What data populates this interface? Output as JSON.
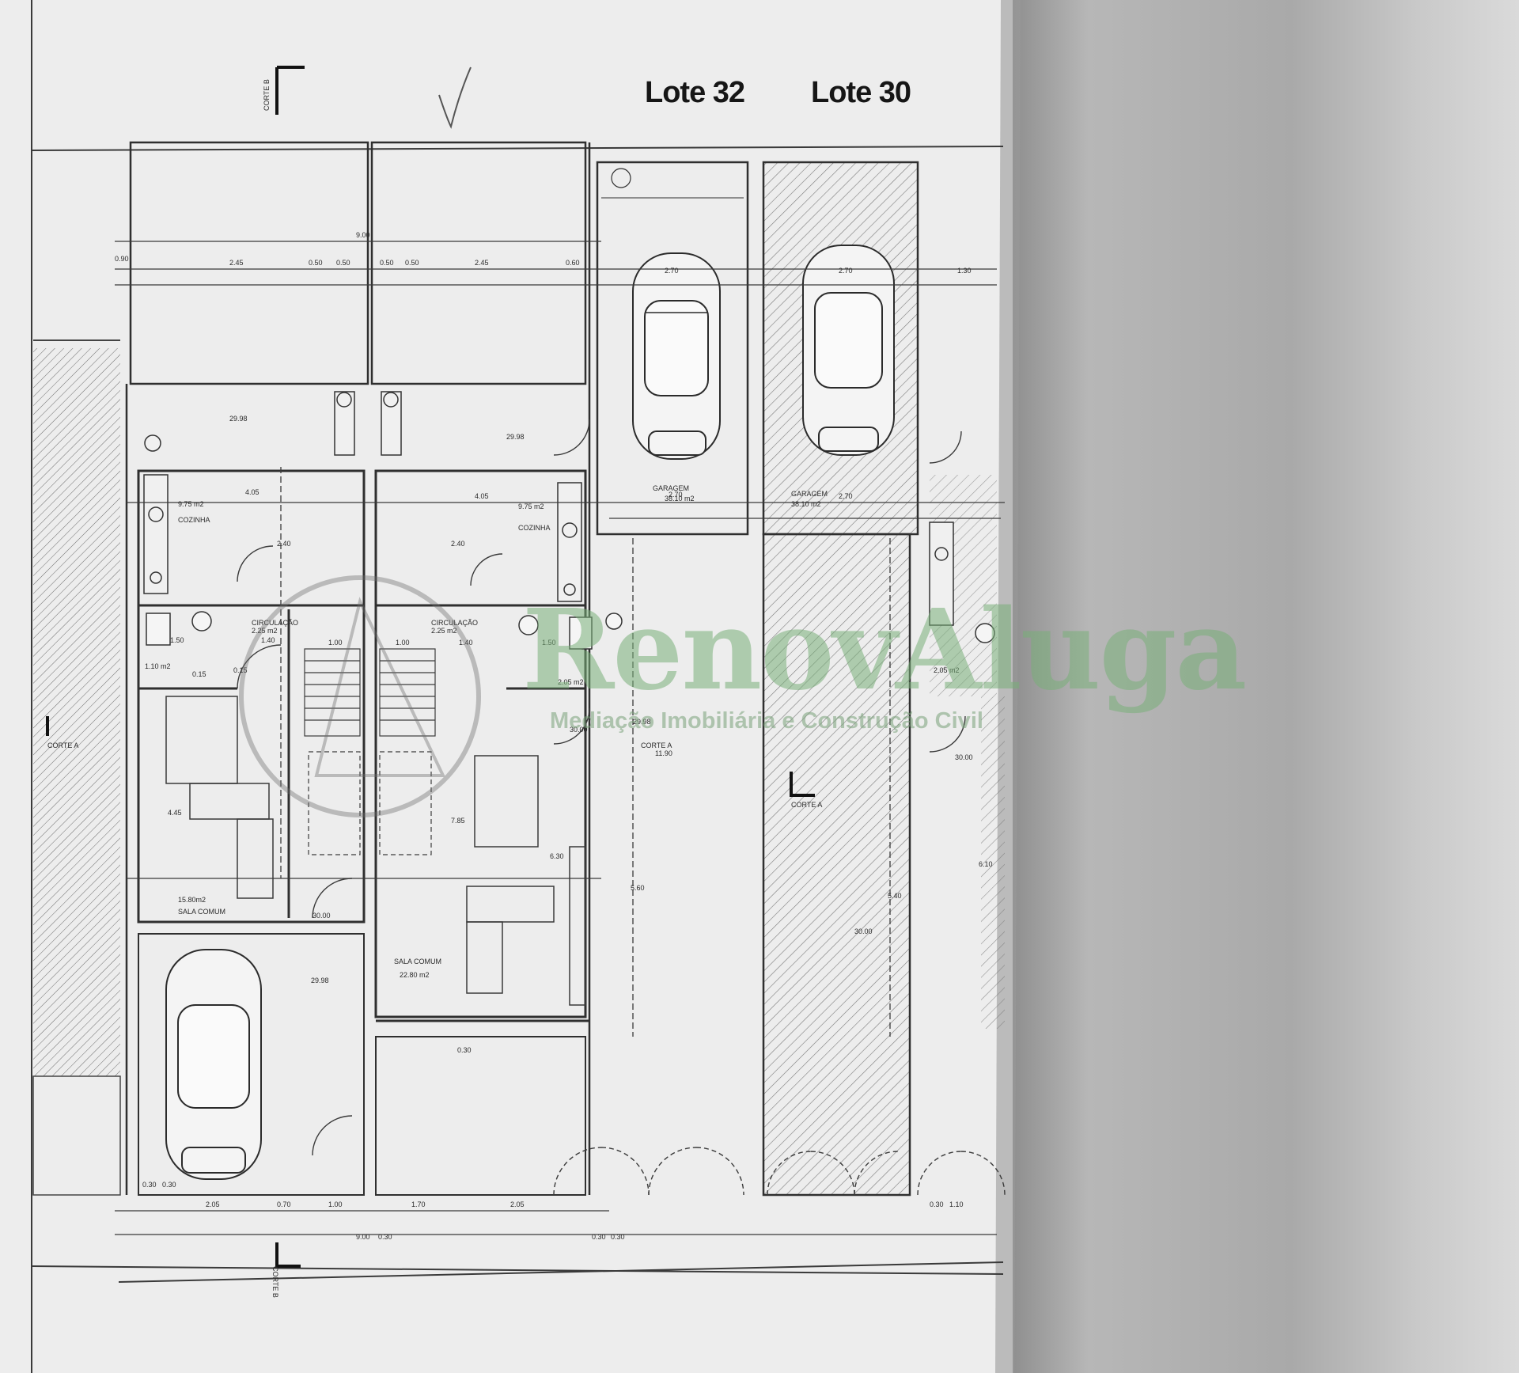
{
  "header": {
    "lot_left": "Lote 32",
    "lot_right": "Lote 30"
  },
  "watermark": {
    "brand": "RenovAluga",
    "tagline": "Mediação Imobiliária e Construção Civil"
  },
  "rooms": {
    "kitchen_a_area": "9.75 m2",
    "kitchen_a_name": "COZINHA",
    "kitchen_b_area": "9.75 m2",
    "kitchen_b_name": "COZINHA",
    "circ_a_name": "CIRCULAÇÃO",
    "circ_a_area": "2.25 m2",
    "circ_b_name": "CIRCULAÇÃO",
    "circ_b_area": "2.25 m2",
    "wc_a_area": "1.10 m2",
    "wc_b_area": "2.05 m2",
    "wc_c_area": "2.05 m2",
    "sala_a_area": "15.80m2",
    "sala_a_name": "SALA COMUM",
    "sala_b_name": "SALA COMUM",
    "sala_b_area": "22.80 m2",
    "garage_a_name": "GARAGEM",
    "garage_a_area": "38.10 m2",
    "garage_b_name": "GARAGEM",
    "garage_b_area": "38.10 m2",
    "patio_top_a": "29.98",
    "patio_top_b": "29.98",
    "patio_bottom": "29.98",
    "elev_a": "30.00",
    "elev_b": "30.00",
    "elev_c": "30.00",
    "elev_d": "29.98",
    "elev_e": "30.00"
  },
  "sections": {
    "corte_b_top": "CORTE B",
    "corte_b_bottom": "CORTE B",
    "corte_a_left": "CORTE A",
    "corte_a_mid": "CORTE A",
    "corte_a_right": "CORTE A"
  },
  "dimensions": {
    "top_total": "9.00",
    "top_row": [
      "0.90",
      "2.45",
      "0.50",
      "0.50",
      "0.50",
      "0.50",
      "2.45",
      "0.60",
      "2.70",
      "2.70",
      "1.30"
    ],
    "mid_row": [
      "4.05",
      "4.05",
      "2.70",
      "2.70",
      "1.40",
      "1.40",
      "1.00",
      "1.00",
      "1.50",
      "1.50"
    ],
    "vertical": [
      "2.40",
      "2.40",
      "4.45",
      "7.85",
      "6.30",
      "5.60",
      "11.90",
      "5.40",
      "6.10",
      "0.30",
      "0.15",
      "0.15"
    ],
    "bottom_row": [
      "2.05",
      "0.70",
      "1.00",
      "1.70",
      "2.05",
      "0.30",
      "1.10"
    ],
    "bottom_total": "9.00",
    "bottom_small": [
      "0.30",
      "0.30",
      "0.30",
      "0.30",
      "0.30"
    ]
  }
}
